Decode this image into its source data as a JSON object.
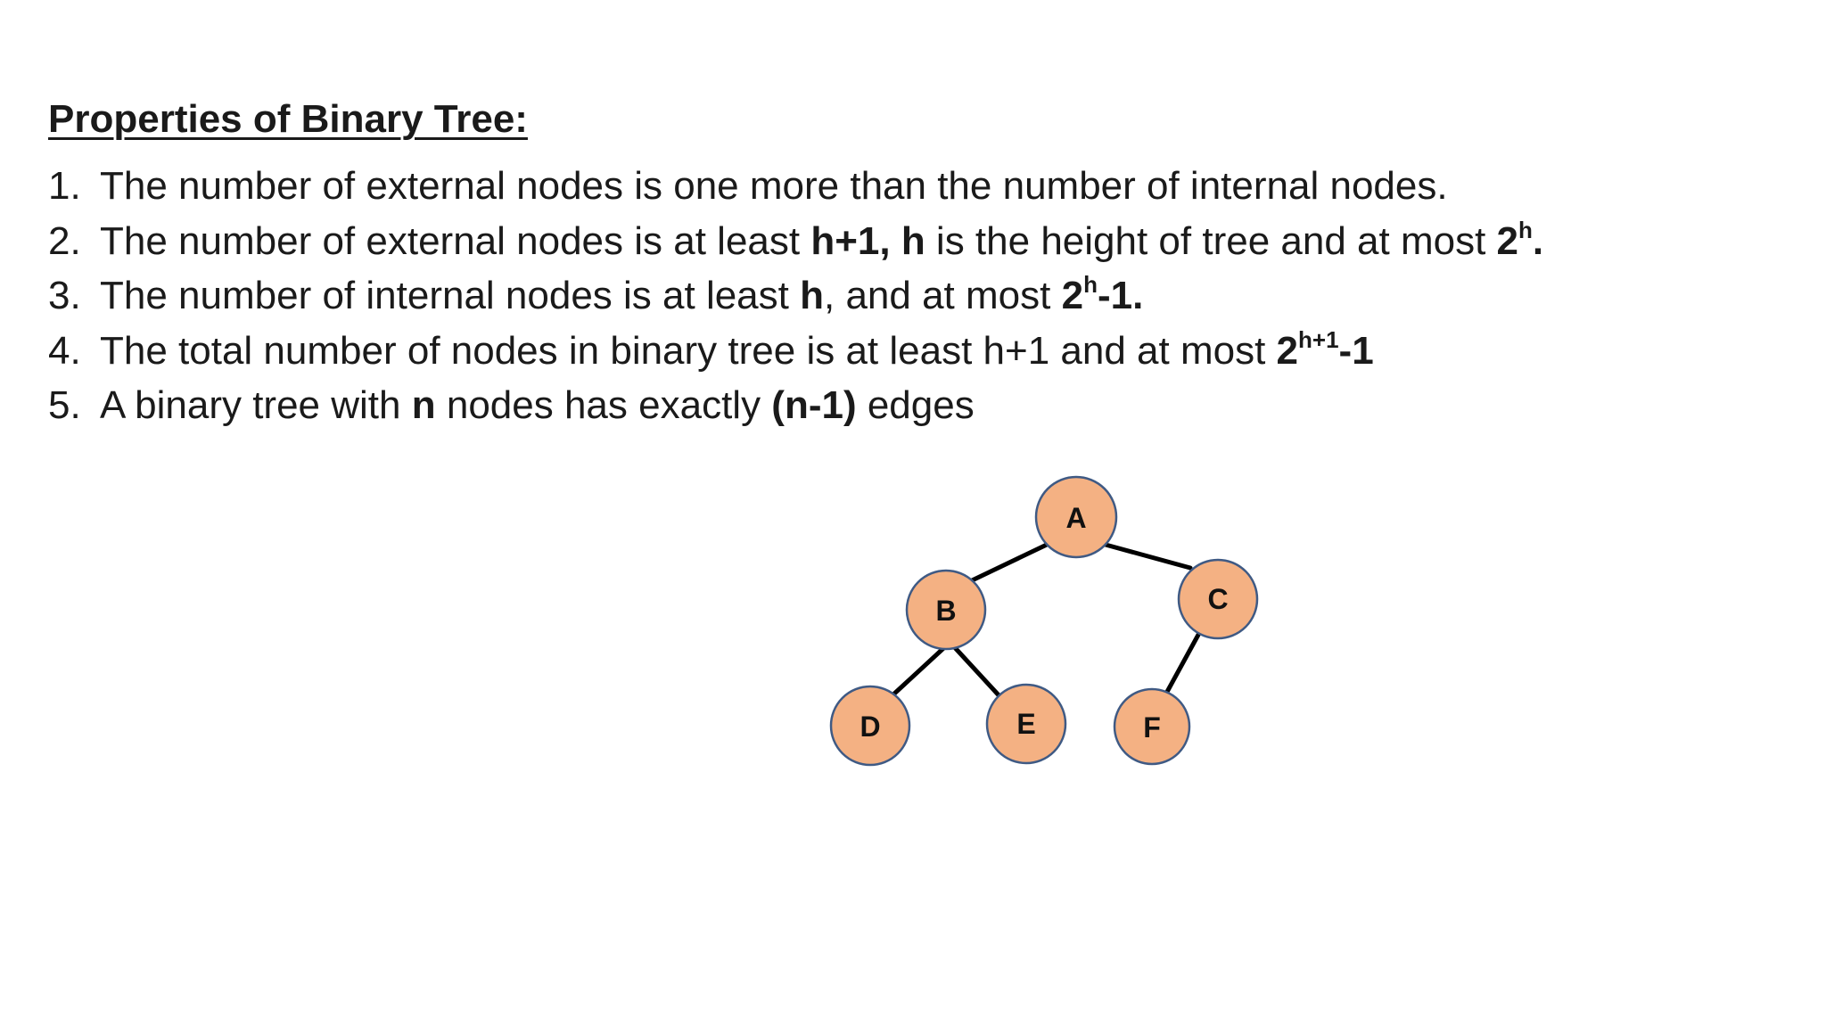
{
  "title": "Properties of Binary Tree:",
  "properties": [
    {
      "num": "1.",
      "parts": [
        "The number of external nodes is one more than the number of internal nodes."
      ]
    },
    {
      "num": "2.",
      "parts": [
        "The number of external nodes is at least ",
        "h+1, h",
        " is the height of tree and at most ",
        "2",
        "h",
        "."
      ]
    },
    {
      "num": "3.",
      "parts": [
        "The number of internal nodes is at least ",
        "h",
        ", and at most ",
        "2",
        "h",
        "-1."
      ]
    },
    {
      "num": "4.",
      "parts": [
        "The total number of nodes in binary tree is at least h+1 and at most ",
        "2",
        "h+1",
        "-1"
      ]
    },
    {
      "num": "5.",
      "parts": [
        "A binary tree with ",
        "n",
        " nodes has exactly ",
        "(n-1)",
        " edges"
      ]
    }
  ],
  "tree": {
    "nodes": [
      "A",
      "B",
      "C",
      "D",
      "E",
      "F"
    ],
    "edges": [
      [
        "A",
        "B"
      ],
      [
        "A",
        "C"
      ],
      [
        "B",
        "D"
      ],
      [
        "B",
        "E"
      ],
      [
        "C",
        "F"
      ]
    ],
    "colors": {
      "fill": "#f4b183",
      "stroke": "#3f5a84",
      "edge": "#000000"
    }
  }
}
